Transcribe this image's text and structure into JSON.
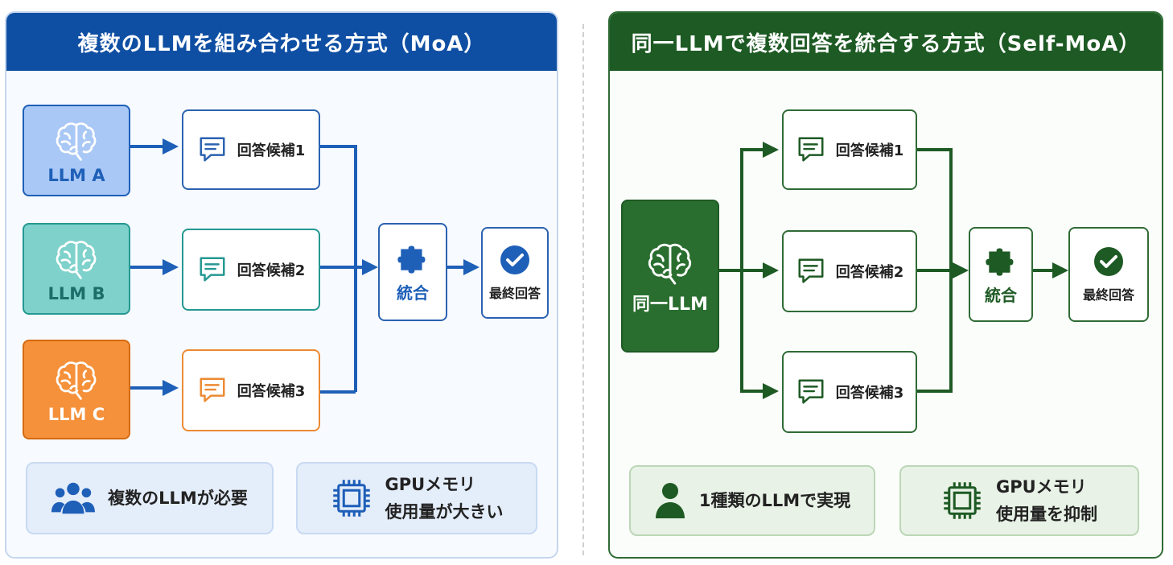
{
  "moa": {
    "title": "複数のLLMを組み合わせる方式（MoA）",
    "llms": [
      "LLM A",
      "LLM B",
      "LLM C"
    ],
    "candidates": [
      "回答候補1",
      "回答候補2",
      "回答候補3"
    ],
    "integrate": "統合",
    "final": "最終回答",
    "info": [
      "複数のLLMが必要",
      "GPUメモリ",
      "使用量が大きい"
    ]
  },
  "self_moa": {
    "title": "同一LLMで複数回答を統合する方式（Self-MoA）",
    "llm": "同一LLM",
    "candidates": [
      "回答候補1",
      "回答候補2",
      "回答候補3"
    ],
    "integrate": "統合",
    "final": "最終回答",
    "info": [
      "1種類のLLMで実現",
      "GPUメモリ",
      "使用量を抑制"
    ]
  },
  "colors": {
    "moa_accent": "#0f4fa3",
    "self_accent": "#1e5a24",
    "llm_a": "#a9c8f5",
    "llm_b": "#7fd1cb",
    "llm_c": "#f5913a"
  },
  "icons": [
    "brain-icon",
    "chat-icon",
    "puzzle-icon",
    "check-circle-icon",
    "people-icon",
    "person-icon",
    "chip-icon"
  ]
}
